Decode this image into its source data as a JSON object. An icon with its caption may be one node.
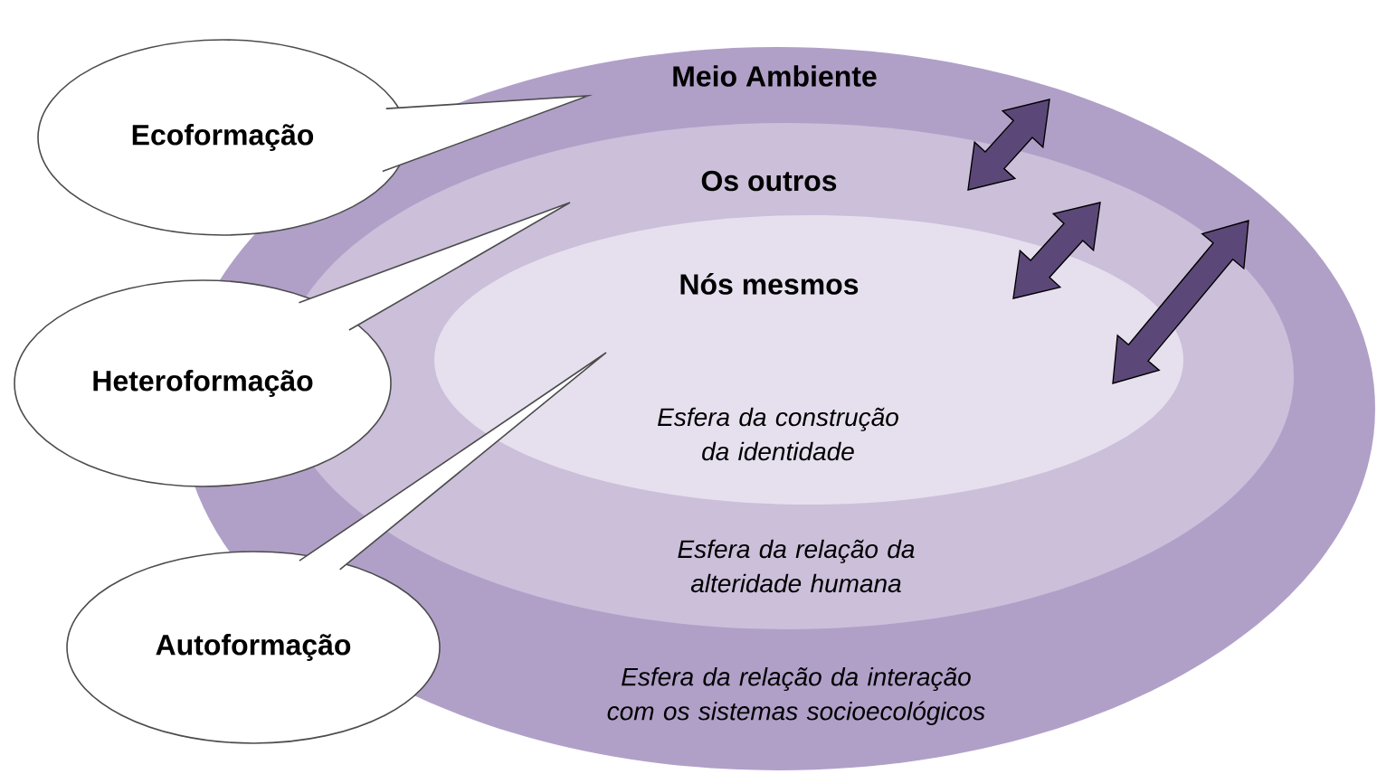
{
  "diagram": {
    "nodes": [
      {
        "text": [
          "Meio Ambiente",
          "Esfera da relação da interação com os sistemas socioecológicos"
        ]
      },
      {
        "text": [
          "Os outros",
          "Esfera da relação da alteridade humana"
        ],
        "in": 0
      },
      {
        "text": [
          "Nós mesmos",
          "Esfera da construção da identidade"
        ],
        "in": 1
      },
      {
        "text": [
          "Ecoformação"
        ]
      },
      {
        "text": [
          "Heteroformação"
        ]
      },
      {
        "text": [
          "Autoformação"
        ]
      }
    ],
    "edges": [
      {
        "from": 1,
        "to": 0,
        "arrow": "both"
      },
      {
        "from": 2,
        "to": 1,
        "arrow": "both"
      },
      {
        "from": 2,
        "to": 0,
        "arrow": "both"
      }
    ]
  }
}
